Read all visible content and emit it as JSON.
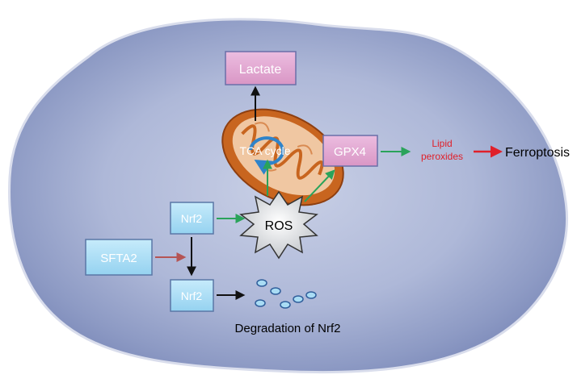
{
  "nodes": {
    "lactate": "Lactate",
    "tca": "TCA cycle",
    "gpx4": "GPX4",
    "lipid_line1": "Lipid",
    "lipid_line2": "peroxides",
    "ferroptosis": "Ferroptosis",
    "nrf2_top": "Nrf2",
    "ros": "ROS",
    "sfta2": "SFTA2",
    "nrf2_bottom": "Nrf2",
    "degradation": "Degradation of Nrf2"
  },
  "colors": {
    "cell_fill": "#a9b4d6",
    "cell_edge": "#d9ddec",
    "pink_box": "#e3a9d2",
    "pink_border": "#6a6fa8",
    "blue_box": "#a9dcf4",
    "blue_border": "#5a77a6",
    "green_arrow": "#2aa35a",
    "red_arrow": "#e0202a",
    "brown_arrow": "#b55454",
    "black_arrow": "#111111",
    "mito_outer": "#c8651f",
    "mito_inner": "#f0c7a2",
    "tca_ring": "#2f83c9",
    "dot_fill": "#a9dcf4",
    "dot_stroke": "#2e5d9a"
  }
}
